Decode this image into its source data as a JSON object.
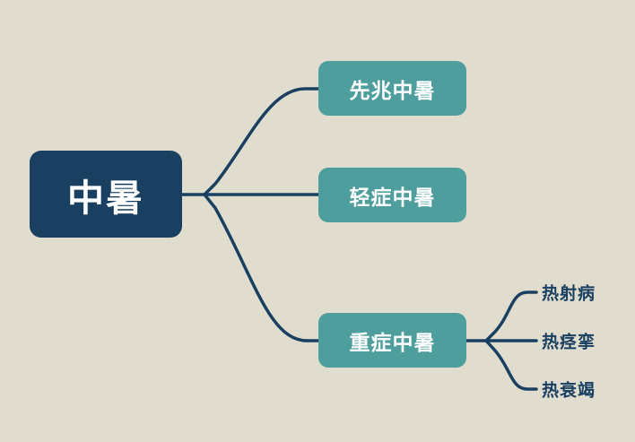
{
  "diagram": {
    "type": "mind-map",
    "background_color": "#E0DDCF",
    "root": {
      "label": "中暑",
      "color": "#1A4061",
      "text_color": "#FFFFFF"
    },
    "branches": [
      {
        "label": "先兆中暑",
        "color": "#4E9E9E",
        "text_color": "#FFFFFF"
      },
      {
        "label": "轻症中暑",
        "color": "#4E9E9E",
        "text_color": "#FFFFFF"
      },
      {
        "label": "重症中暑",
        "color": "#4E9E9E",
        "text_color": "#FFFFFF"
      }
    ],
    "leaves": [
      {
        "label": "热射病",
        "text_color": "#1A4061"
      },
      {
        "label": "热痉挛",
        "text_color": "#1A4061"
      },
      {
        "label": "热衰竭",
        "text_color": "#1A4061"
      }
    ],
    "connector": {
      "color": "#1A4061",
      "width": 3.5
    }
  }
}
